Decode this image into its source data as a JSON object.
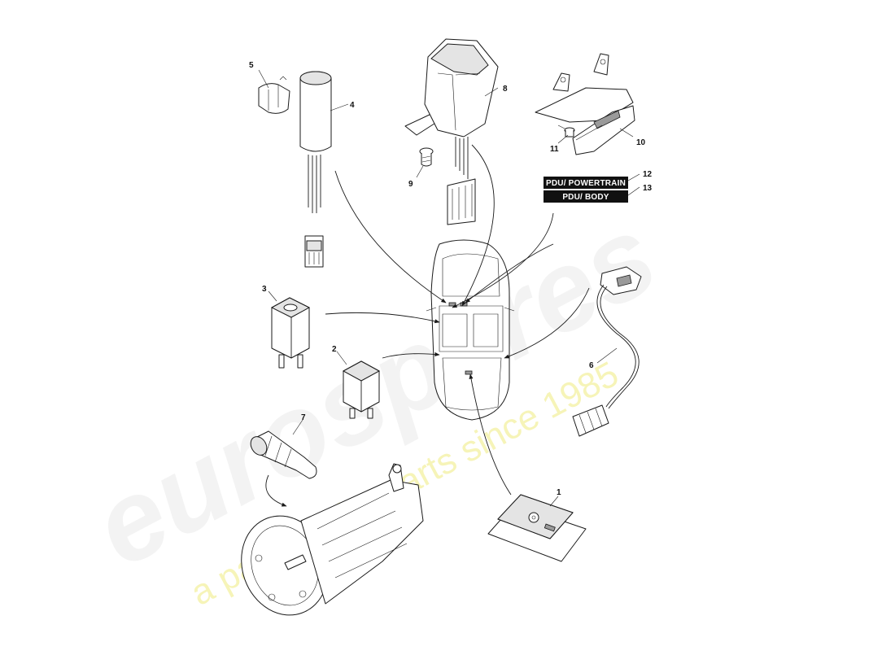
{
  "watermark": {
    "brand": "eurospares",
    "tagline": "a passion for parts since 1985"
  },
  "labels": {
    "powertrain": "PDU/ POWERTRAIN",
    "body": "PDU/ BODY"
  },
  "callouts": {
    "c1": "1",
    "c2": "2",
    "c3": "3",
    "c4": "4",
    "c5": "5",
    "c6": "6",
    "c7": "7",
    "c8": "8",
    "c9": "9",
    "c10": "10",
    "c11": "11",
    "c12": "12",
    "c13": "13"
  }
}
